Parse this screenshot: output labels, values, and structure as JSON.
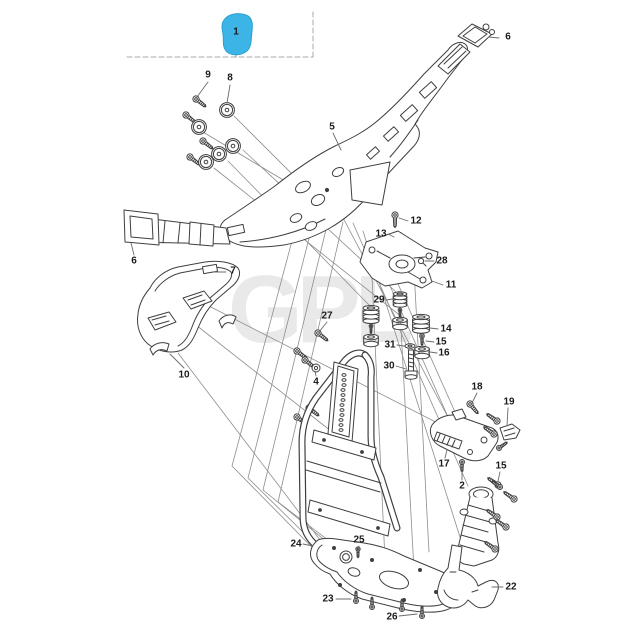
{
  "diagram": {
    "watermark": "GPL",
    "highlighted_part": "1",
    "colors": {
      "highlight": "#3cb5e6",
      "highlight_edge": "#2ba0d2",
      "line": "#3f3f3f",
      "leader": "#8d8d8d",
      "dashed_box": "#a9a9a9",
      "label": "#1a1a1a",
      "watermark": "#e9e9e9",
      "background": "#ffffff"
    },
    "callouts": [
      {
        "num": "1"
      },
      {
        "num": "9"
      },
      {
        "num": "8"
      },
      {
        "num": "5"
      },
      {
        "num": "6"
      },
      {
        "num": "6"
      },
      {
        "num": "7"
      },
      {
        "num": "10"
      },
      {
        "num": "12"
      },
      {
        "num": "13"
      },
      {
        "num": "28"
      },
      {
        "num": "11"
      },
      {
        "num": "29"
      },
      {
        "num": "27"
      },
      {
        "num": "14"
      },
      {
        "num": "31"
      },
      {
        "num": "15"
      },
      {
        "num": "16"
      },
      {
        "num": "30"
      },
      {
        "num": "4"
      },
      {
        "num": "18"
      },
      {
        "num": "19"
      },
      {
        "num": "17"
      },
      {
        "num": "2"
      },
      {
        "num": "15"
      },
      {
        "num": "24"
      },
      {
        "num": "25"
      },
      {
        "num": "23"
      },
      {
        "num": "26"
      },
      {
        "num": "22"
      }
    ]
  }
}
